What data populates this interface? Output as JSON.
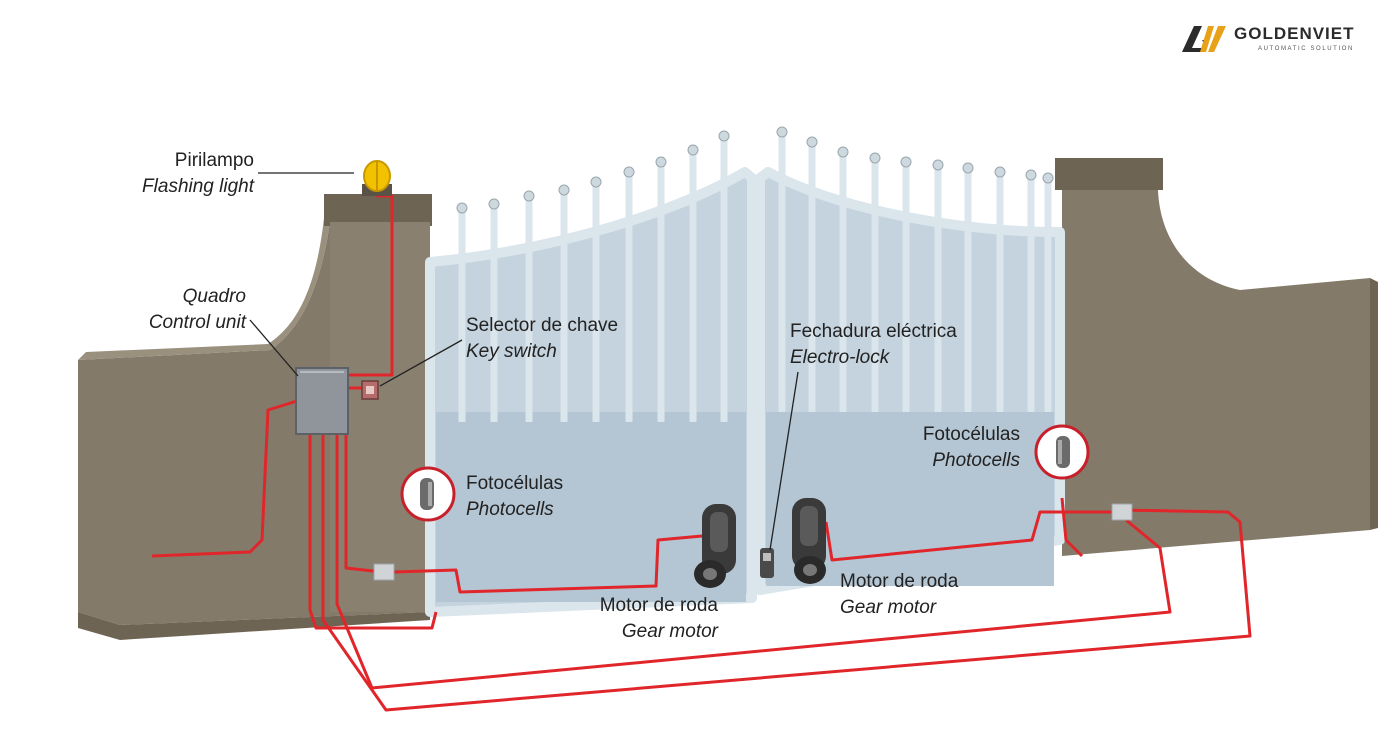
{
  "brand": {
    "name": "GOLDENVIET",
    "tagline": "AUTOMATIC SOLUTION",
    "colors": {
      "gold": "#e8a21a",
      "dark": "#2b2b2b"
    }
  },
  "labels": {
    "flashing_light": {
      "pt": "Pirilampo",
      "en": "Flashing light"
    },
    "control_unit": {
      "pt": "Quadro",
      "en": "Control unit"
    },
    "key_switch": {
      "pt": "Selector de chave",
      "en": "Key switch"
    },
    "electro_lock": {
      "pt": "Fechadura eléctrica",
      "en": "Electro-lock"
    },
    "photocells_left": {
      "pt": "Fotocélulas",
      "en": "Photocells"
    },
    "photocells_right": {
      "pt": "Fotocélulas",
      "en": "Photocells"
    },
    "gear_motor_left": {
      "pt": "Motor de roda",
      "en": "Gear motor"
    },
    "gear_motor_right": {
      "pt": "Motor de roda",
      "en": "Gear motor"
    }
  },
  "colors": {
    "wall": "#847a69",
    "wall_dark": "#6e6454",
    "gate": "#b9cbd8",
    "gate_frame": "#d8e3ea",
    "wire": "#e0262a",
    "motor": "#3a3a3a",
    "lamp": "#f2c200"
  }
}
